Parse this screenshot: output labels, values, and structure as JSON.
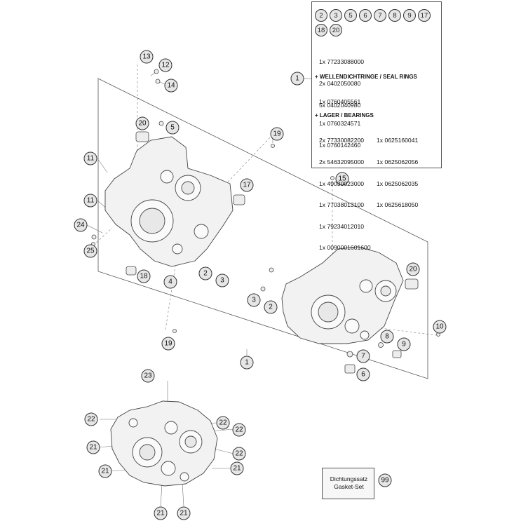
{
  "callouts": [
    "1",
    "2",
    "3",
    "4",
    "5",
    "6",
    "7",
    "8",
    "9",
    "10",
    "11",
    "12",
    "13",
    "14",
    "15",
    "17",
    "18",
    "19",
    "20",
    "21",
    "22",
    "23",
    "24",
    "25",
    "99"
  ],
  "info_box": {
    "part_badges": [
      "2",
      "3",
      "5",
      "6",
      "7",
      "8",
      "9",
      "17",
      "18",
      "20"
    ],
    "kit_parts": [
      "1x 77233088000",
      "2x 0402050080",
      "5x 0402040980"
    ],
    "seal_heading": "WELLENDICHTRINGE / SEAL RINGS",
    "seal_parts": [
      "1x 0760405561",
      "1x 0760324571",
      "1x 0760142460"
    ],
    "bearing_heading": "LAGER / BEARINGS",
    "bearing_left": [
      "2x 77330082200",
      "2x 54632095000",
      "1x 49030023000",
      "1x 77038013100",
      "1x 79234012010",
      "1x 0090001601600"
    ],
    "bearing_right": [
      "1x 0625160041",
      "1x 0625062056",
      "1x 0625062035",
      "1x 0625618050"
    ]
  },
  "gasket_set": {
    "line1": "Dichtungssatz",
    "line2": "Gasket-Set"
  }
}
